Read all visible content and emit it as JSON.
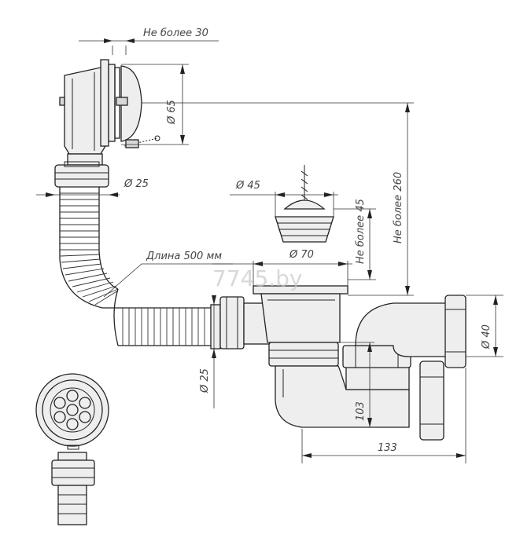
{
  "labels": {
    "ne_bolee_30": "Не более 30",
    "d65": "Ø 65",
    "d25_top": "Ø 25",
    "d45": "Ø 45",
    "ne_bolee_45": "Не более 45",
    "ne_bolee_260": "Не более 260",
    "dlina": "Длина 500 мм",
    "d70": "Ø 70",
    "d40": "Ø 40",
    "d25_side": "Ø 25",
    "h103": "103",
    "w133": "133"
  },
  "watermark": "7745.by"
}
